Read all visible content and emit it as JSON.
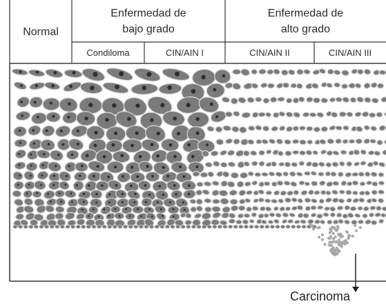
{
  "header": {
    "normal": "Normal",
    "low_grade": {
      "line1": "Enfermedad de",
      "line2": "bajo grado"
    },
    "high_grade": {
      "line1": "Enfermedad de",
      "line2": "alto grado"
    },
    "sub": {
      "condiloma": "Condiloma",
      "cin1": "CIN/AIN I",
      "cin2": "CIN/AIN II",
      "cin3": "CIN/AIN III"
    }
  },
  "callout": {
    "label": "Carcinoma"
  },
  "colors": {
    "cell_fill": "#7b7b7b",
    "cell_outline": "#d8d8d8",
    "nucleus": "#2e2e2e",
    "invasion_cells": "#a9a9a9",
    "line": "#333333"
  }
}
